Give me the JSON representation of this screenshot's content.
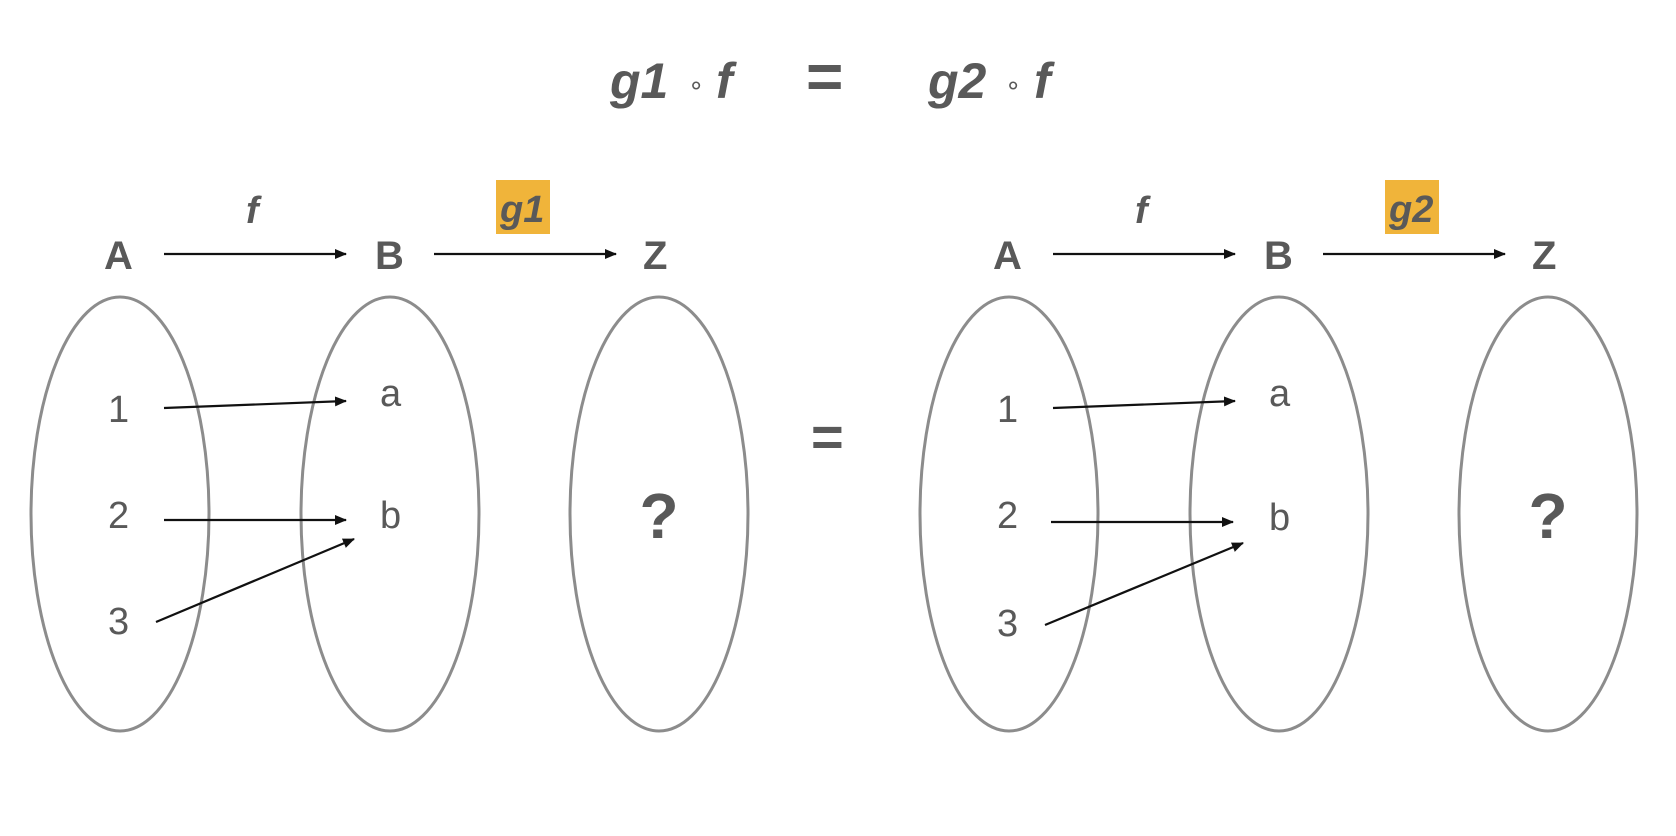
{
  "equation": {
    "left_fn": "g1",
    "left_op": "∘",
    "left_arg": "f",
    "equals": "=",
    "right_fn": "g2",
    "right_op": "∘",
    "right_arg": "f"
  },
  "middle_equals": "=",
  "highlight_color": "#f0b43a",
  "panels": [
    {
      "set_a": "A",
      "set_b": "B",
      "set_z": "Z",
      "f_label": "f",
      "g_label": "g1",
      "a_elements": [
        "1",
        "2",
        "3"
      ],
      "b_elements": [
        "a",
        "b"
      ],
      "z_element": "?"
    },
    {
      "set_a": "A",
      "set_b": "B",
      "set_z": "Z",
      "f_label": "f",
      "g_label": "g2",
      "a_elements": [
        "1",
        "2",
        "3"
      ],
      "b_elements": [
        "a",
        "b"
      ],
      "z_element": "?"
    }
  ]
}
